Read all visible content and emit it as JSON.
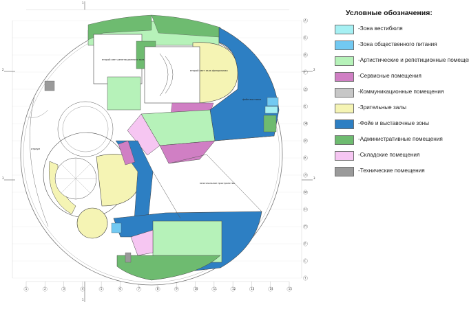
{
  "legend": {
    "title": "Условные обозначения:",
    "items": [
      {
        "label": "-Зона вестибюля",
        "color": "#a6f0f3"
      },
      {
        "label": "-Зона общественного питания",
        "color": "#72c9f2"
      },
      {
        "label": "-Артистические и репетиционные помещения",
        "color": "#b6f2b9"
      },
      {
        "label": "-Сервисные помещения",
        "color": "#d07fc4"
      },
      {
        "label": "-Коммуникационные помещения",
        "color": "#c7c7c7"
      },
      {
        "label": "-Зрительные залы",
        "color": "#f5f4b4"
      },
      {
        "label": "-Фойе и выставочные зоны",
        "color": "#2d7fc3"
      },
      {
        "label": "-Административные помещения",
        "color": "#6ebb70"
      },
      {
        "label": "-Складские помещения",
        "color": "#f6c6f2"
      },
      {
        "label": "-Технические помещения",
        "color": "#9a9a9a"
      }
    ]
  },
  "plan": {
    "labels": {
      "rehearsal_light": "второй свет репетиционного зала",
      "main_stage_light": "второй свет зала филармонии",
      "multi_space": "многозальное пространство",
      "foyer": "фойе-выставка",
      "atrium": "атриум"
    },
    "col_axes": [
      "1",
      "2",
      "3",
      "4",
      "5",
      "6",
      "7",
      "8",
      "9",
      "10",
      "11",
      "12",
      "13",
      "14",
      "15"
    ],
    "row_axes": [
      "А",
      "Б",
      "В",
      "Г",
      "Д",
      "Е",
      "Ж",
      "И",
      "К",
      "Л",
      "М",
      "Н",
      "П",
      "Р",
      "С",
      "Т"
    ],
    "section_marks": [
      "2",
      "2",
      "3",
      "3",
      "1",
      "1"
    ]
  }
}
